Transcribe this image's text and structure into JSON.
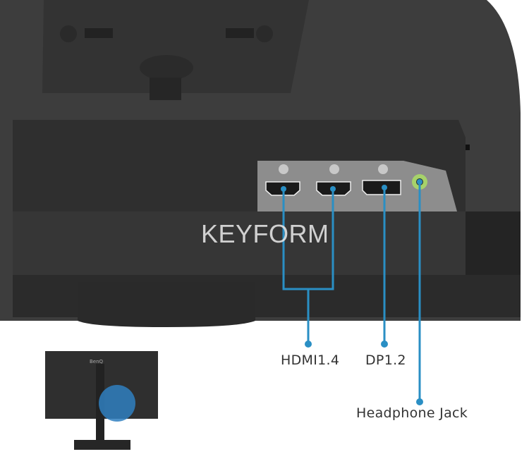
{
  "watermark": "KEYFORM",
  "ports": [
    {
      "label": "HDMI1.4"
    },
    {
      "label": "DP1.2"
    },
    {
      "label": "Headphone Jack"
    }
  ],
  "thumbnail_logo": "BenQ",
  "colors": {
    "callout_line": "#2a8fc4",
    "monitor_body": "#3b3b3b",
    "port_panel": "#8d8d8d",
    "headphone_ring": "#a6d26a"
  }
}
